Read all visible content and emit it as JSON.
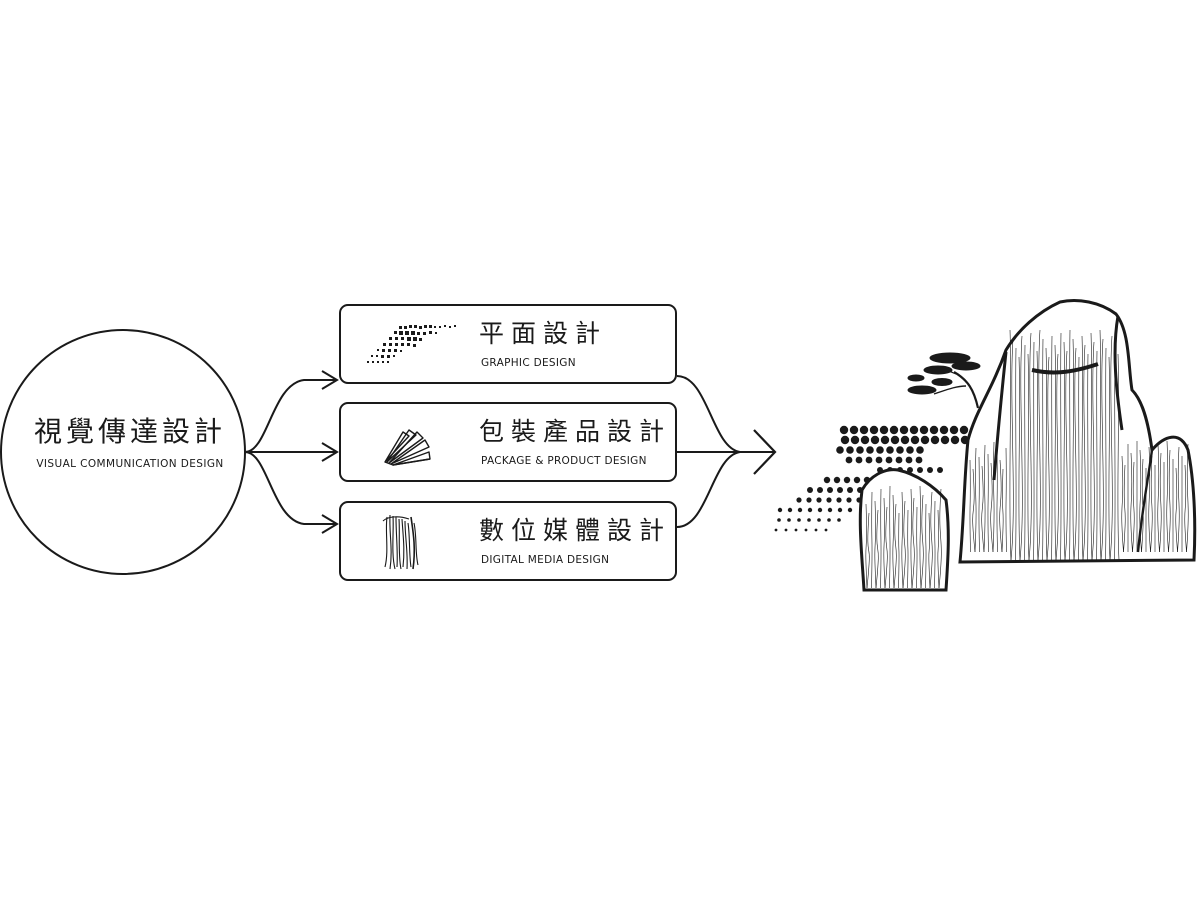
{
  "root": {
    "title": "視覺傳達設計",
    "subtitle": "VISUAL COMMUNICATION DESIGN"
  },
  "branches": [
    {
      "title": "平面設計",
      "subtitle": "GRAPHIC DESIGN",
      "icon": "halftone-cloud-icon"
    },
    {
      "title": "包裝產品設計",
      "subtitle": "PACKAGE & PRODUCT DESIGN",
      "icon": "folded-fan-icon"
    },
    {
      "title": "數位媒體設計",
      "subtitle": "DIGITAL MEDIA DESIGN",
      "icon": "waterfall-icon"
    }
  ],
  "illustration": "ink-mountain-with-pine-and-halftone-clouds",
  "colors": {
    "ink": "#1a1a1a",
    "background": "#ffffff"
  }
}
